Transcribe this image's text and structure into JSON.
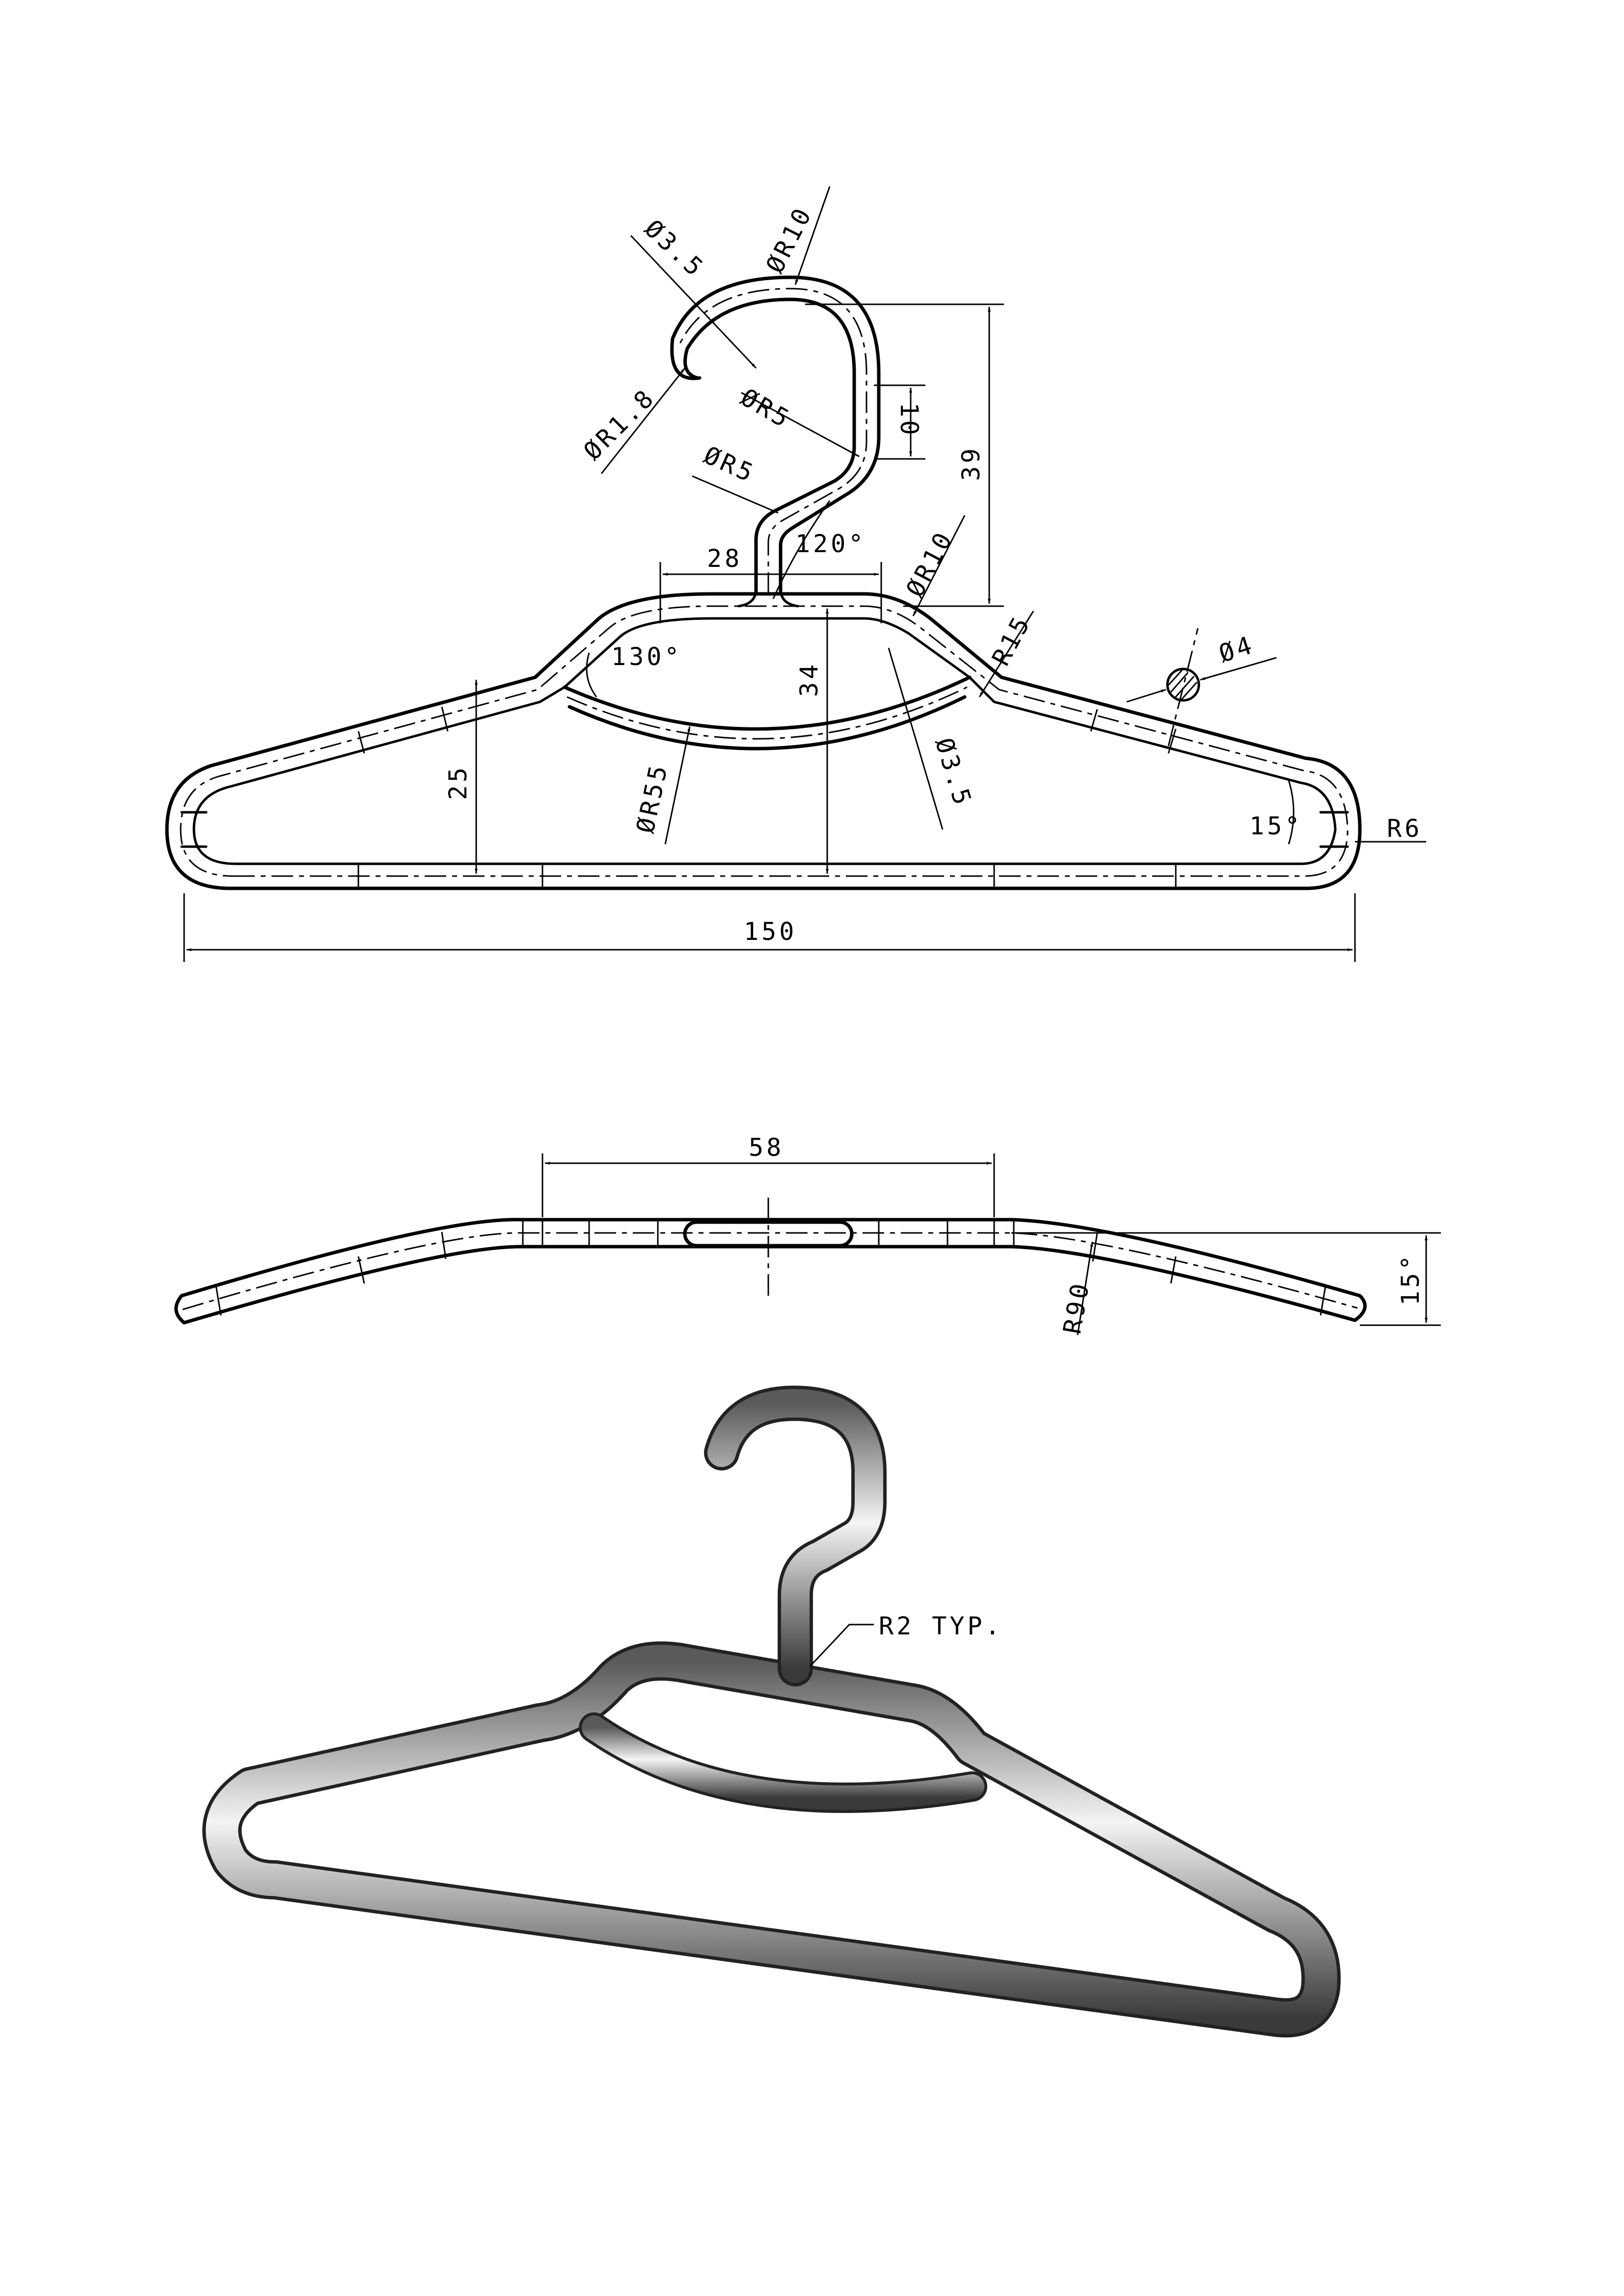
{
  "drawing": {
    "front_view": {
      "labels": {
        "hook_wire_dia": "Ø3.5",
        "hook_radius": "ØR10",
        "hook_tip": "ØR1.8",
        "hook_inner_r": "ØR5",
        "neck_r": "ØR5",
        "neck_angle": "120°",
        "neck_width": "28",
        "shoulder_r": "ØR10",
        "height_39": "39",
        "height_10": "10",
        "shoulder_angle": "130°",
        "height_34": "34",
        "arc_r55": "ØR55",
        "bar_wire_dia": "Ø3.5",
        "height_25": "25",
        "side_r15": "R15",
        "section_dia": "Ø4",
        "tip_angle": "15°",
        "tip_r6": "R6",
        "overall_width": "150"
      }
    },
    "top_view": {
      "labels": {
        "width_58": "58",
        "bend_r90": "R90",
        "tilt_angle": "15°"
      }
    },
    "iso_view": {
      "labels": {
        "fillet_note": "R2 TYP."
      }
    }
  }
}
